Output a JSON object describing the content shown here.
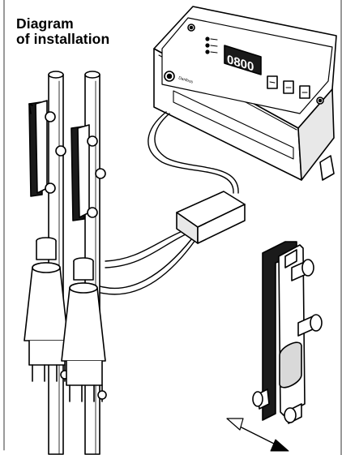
{
  "title": {
    "line1": "Diagram",
    "line2": "of installation"
  },
  "device": {
    "display_value": "0800",
    "brand_text": "Danfoss"
  },
  "colors": {
    "stroke": "#000000",
    "fill_light": "#ffffff",
    "fill_shade": "#d9d9d9",
    "fill_dark": "#1a1a1a"
  },
  "icons": [
    "arrow-bidirectional-icon",
    "button-icon"
  ]
}
